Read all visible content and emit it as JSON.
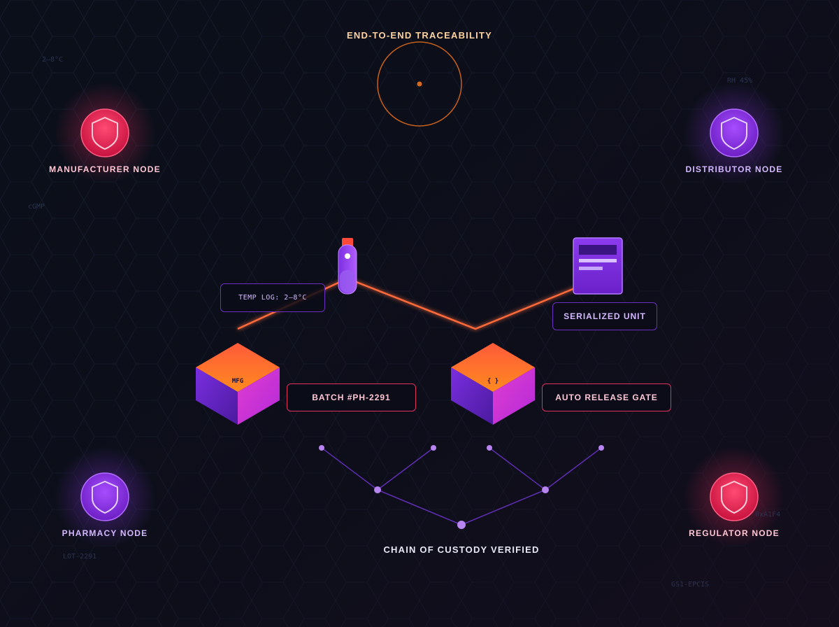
{
  "title": "END-TO-END TRACEABILITY",
  "footer": "CHAIN OF CUSTODY VERIFIED",
  "nodes": [
    {
      "label": "MANUFACTURER NODE",
      "accent": "#ff2f62"
    },
    {
      "label": "DISTRIBUTOR NODE",
      "accent": "#9b3bff"
    },
    {
      "label": "PHARMACY NODE",
      "accent": "#9b3bff"
    },
    {
      "label": "REGULATOR NODE",
      "accent": "#ff2f62"
    }
  ],
  "tags": {
    "temp_log": "TEMP LOG: 2–8°C",
    "serialized": "SERIALIZED UNIT",
    "batch": "BATCH #PH-2291",
    "gate": "AUTO RELEASE GATE"
  },
  "cubes": {
    "left": "MFG",
    "right": "{ }"
  },
  "ghost_text": [
    "2–8°C",
    "RH 45%",
    "cGMP",
    "0xA1F4",
    "LOT-2291",
    "GS1-EPCIS"
  ],
  "colors": {
    "background": "#0b0f1a",
    "red": "#ff2f62",
    "purple": "#9b3bff",
    "orange": "#ff7a2a",
    "title": "#ffd3a0",
    "tree": "#b784f0"
  },
  "icons": {
    "node": "shield-icon",
    "vial": "vial-icon",
    "document": "document-icon",
    "radar": "radar-icon"
  }
}
